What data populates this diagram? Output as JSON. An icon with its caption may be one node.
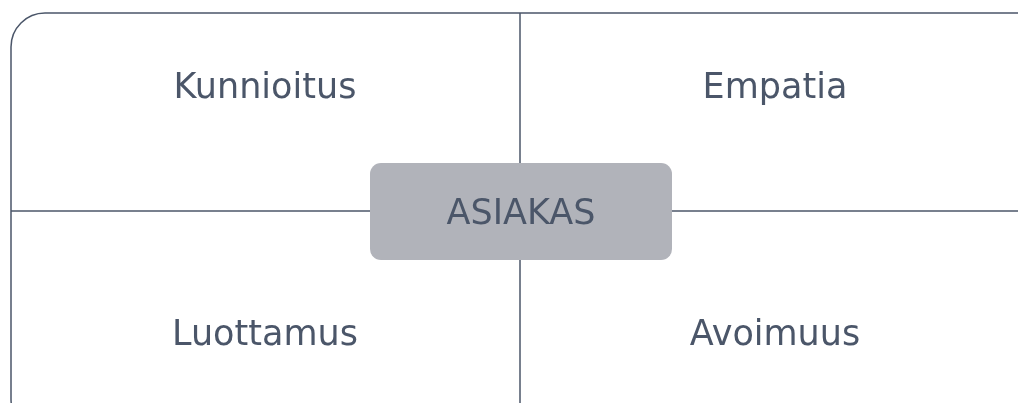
{
  "diagram": {
    "nodes": [
      {
        "text": [
          "Kunnioitus"
        ]
      },
      {
        "text": [
          "Empatia"
        ]
      },
      {
        "text": [
          "ASIAKAS"
        ]
      },
      {
        "text": [
          "Luottamus"
        ]
      },
      {
        "text": [
          "Avoimuus"
        ]
      }
    ]
  }
}
